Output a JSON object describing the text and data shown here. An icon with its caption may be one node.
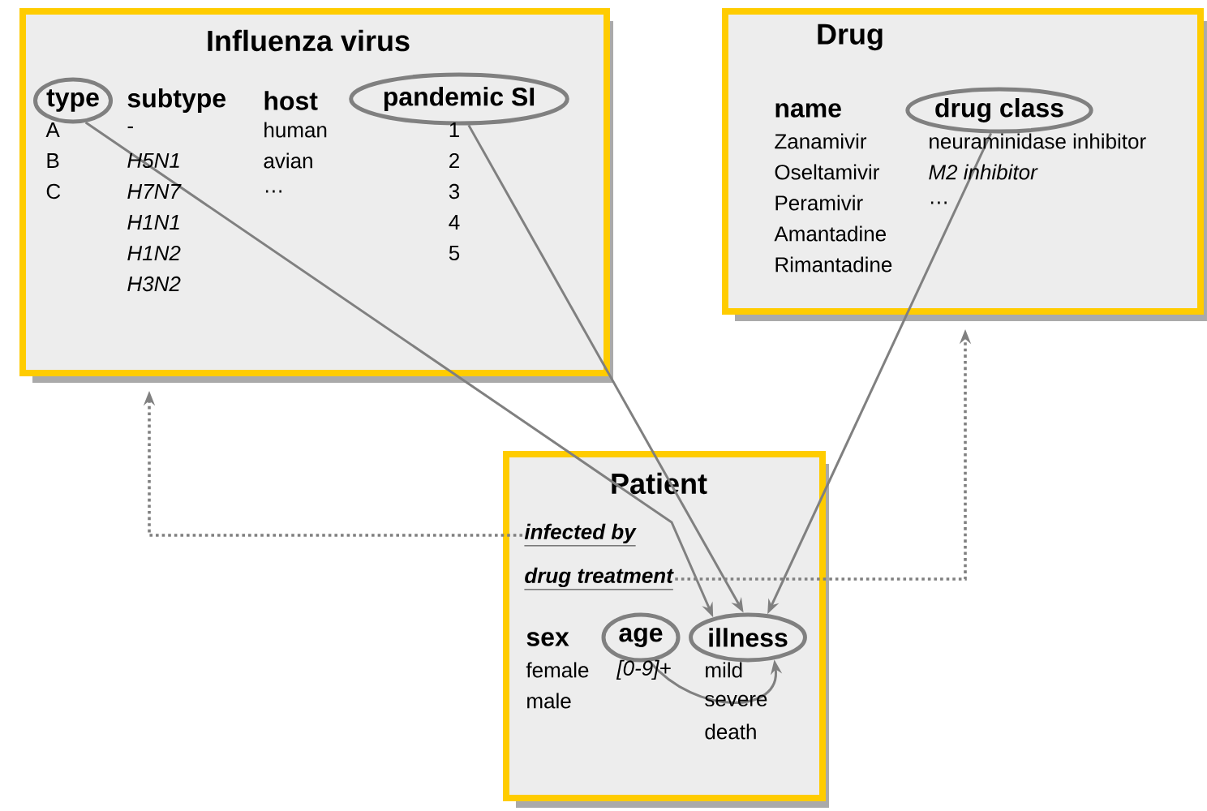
{
  "diagram": {
    "nodes": [
      {
        "text": [
          "Influenza virus"
        ]
      },
      {
        "text": [
          "type"
        ],
        "in": 0
      },
      {
        "text": [
          "pandemic SI"
        ],
        "in": 0
      },
      {
        "text": [
          "Drug"
        ]
      },
      {
        "text": [
          "drug class"
        ],
        "in": 3
      },
      {
        "text": [
          "Patient"
        ]
      },
      {
        "text": [
          "infected by"
        ],
        "in": 5
      },
      {
        "text": [
          "drug treatment"
        ],
        "in": 5
      },
      {
        "text": [
          "age"
        ],
        "in": 5
      },
      {
        "text": [
          "illness"
        ],
        "in": 5
      }
    ],
    "edges": [
      {
        "from": 1,
        "to": 9,
        "arrow": "to"
      },
      {
        "from": 2,
        "to": 9,
        "arrow": "to"
      },
      {
        "from": 4,
        "to": 9,
        "arrow": "to"
      },
      {
        "from": 8,
        "to": 9,
        "arrow": "to"
      },
      {
        "from": 6,
        "to": 0,
        "arrow": "to",
        "style": "dashed"
      },
      {
        "from": 7,
        "to": 3,
        "arrow": "to",
        "style": "dashed"
      }
    ],
    "labels": [
      "subtype",
      "host",
      "A",
      "-",
      "human",
      "1",
      "B",
      "H5N1",
      "avian",
      "2",
      "C",
      "H7N7",
      "…",
      "3",
      "H1N1",
      "4",
      "H1N2",
      "5",
      "H3N2",
      "name",
      "Zanamivir",
      "neuraminidase inhibitor",
      "Oseltamivir",
      "M2 inhibitor",
      "Peramivir",
      "…",
      "Amantadine",
      "Rimantadine",
      "sex",
      "female",
      "[0-9]+",
      "mild",
      "male",
      "severe",
      "death"
    ]
  }
}
